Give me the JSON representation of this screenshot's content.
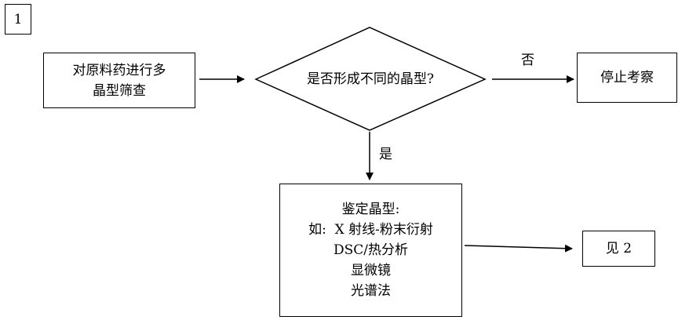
{
  "figure_number": "1",
  "start_box": {
    "line1": "对原料药进行多",
    "line2": "晶型筛查"
  },
  "decision": {
    "question": "是否形成不同的晶型?"
  },
  "no_branch": {
    "label": "否",
    "result": "停止考察"
  },
  "yes_branch": {
    "label": "是",
    "identify": {
      "title": "鉴定晶型:",
      "methods": [
        "如:  X 射线-粉末衍射",
        "DSC/热分析",
        "显微镜",
        "光谱法"
      ]
    }
  },
  "see_next": {
    "label": "见 2"
  }
}
